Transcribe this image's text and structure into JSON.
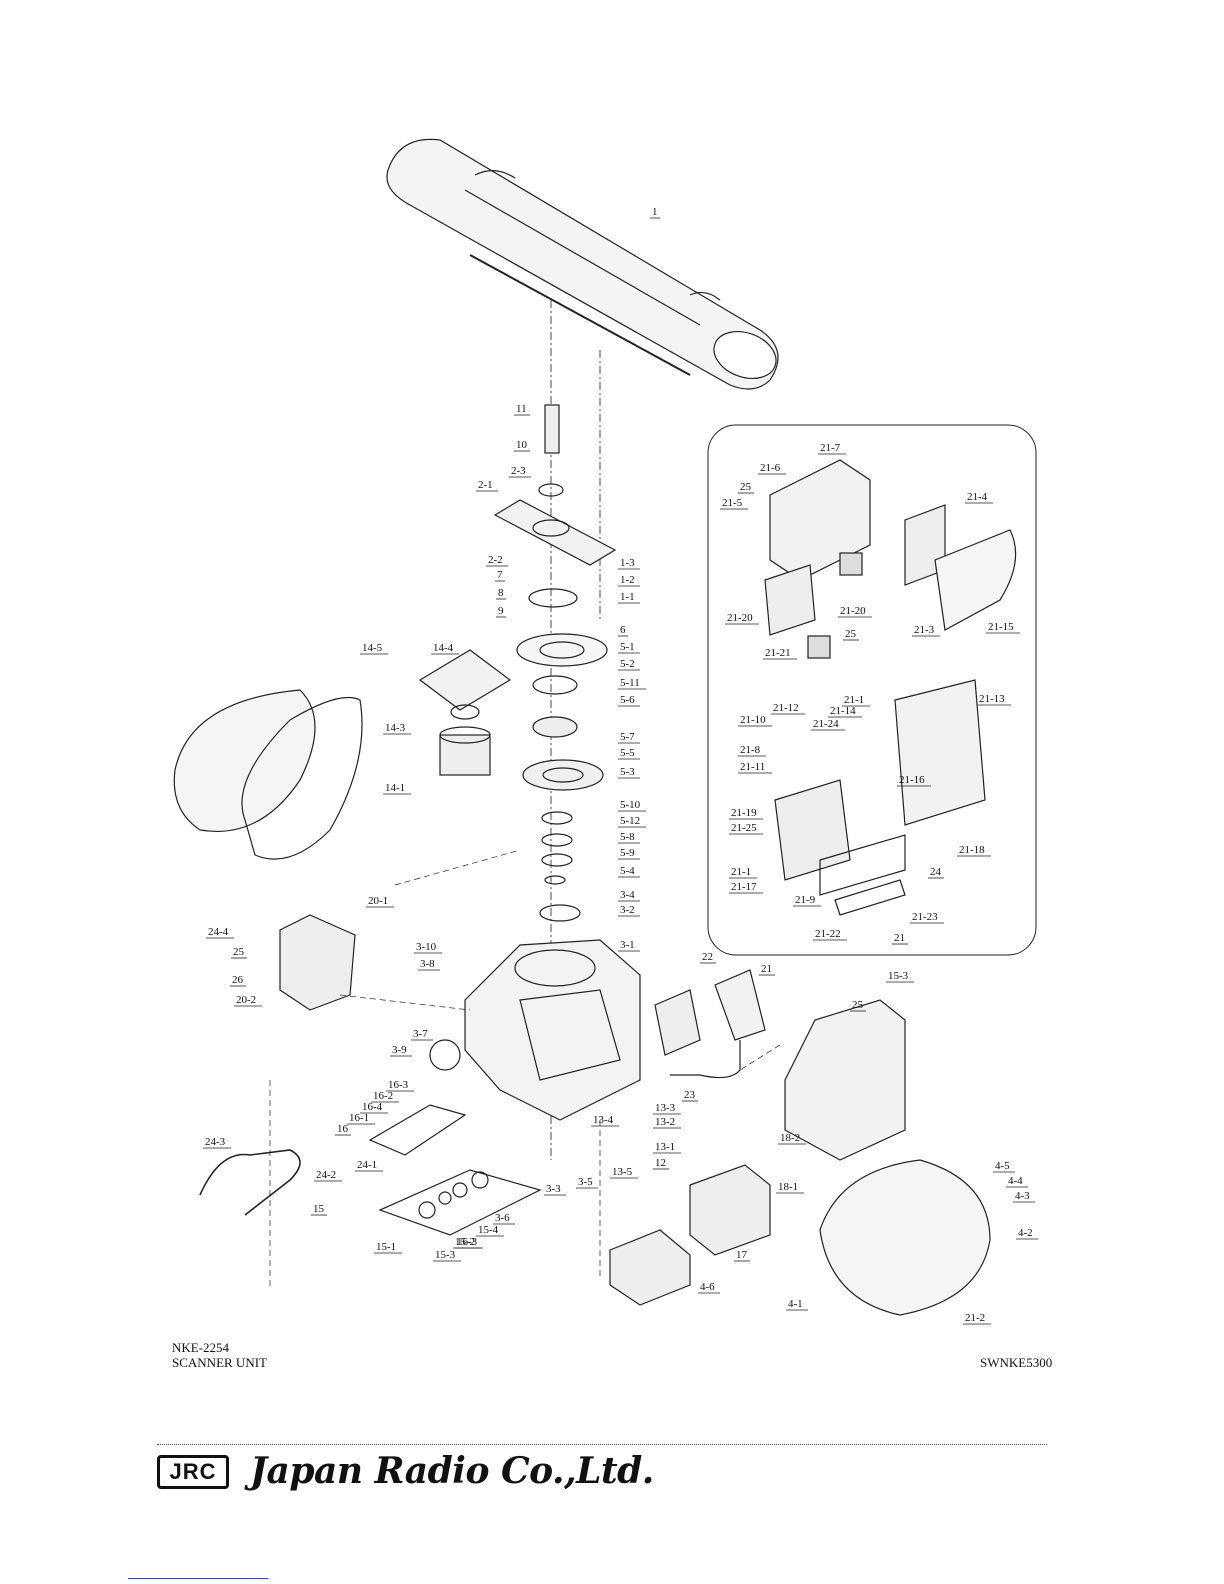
{
  "title_block": {
    "model": "NKE-2254",
    "name": "SCANNER UNIT"
  },
  "drawing_number": "SWNKE5300",
  "footer": {
    "logo_text": "JRC",
    "company": "Japan Radio Co.,Ltd."
  },
  "callouts": [
    "1",
    "11",
    "10",
    "2-3",
    "2-1",
    "2-2",
    "1-3",
    "1-2",
    "1-1",
    "7",
    "8",
    "9",
    "6",
    "5-1",
    "5-2",
    "5-11",
    "5-6",
    "5-7",
    "5-5",
    "5-3",
    "5-10",
    "5-12",
    "5-8",
    "5-9",
    "5-4",
    "3-4",
    "3-2",
    "3-1",
    "3-10",
    "3-8",
    "3-7",
    "3-9",
    "14-5",
    "14-4",
    "14-3",
    "14-1",
    "20-1",
    "24-4",
    "25",
    "26",
    "20-2",
    "16-3",
    "16-2",
    "16-4",
    "16-1",
    "16",
    "24-1",
    "24-3",
    "24-2",
    "15",
    "15-1",
    "15-3",
    "15-2",
    "15-4",
    "3-6",
    "3-3",
    "3-5",
    "13-5",
    "13-4",
    "13-3",
    "13-2",
    "13-1",
    "12",
    "23",
    "22",
    "21",
    "25",
    "18-2",
    "18-1",
    "17",
    "4-6",
    "4-5",
    "4-4",
    "4-3",
    "4-2",
    "4-1",
    "21-2",
    "21-7",
    "21-6",
    "25",
    "21-5",
    "21-4",
    "21-20",
    "21-20",
    "21-21",
    "25",
    "21-3",
    "21-15",
    "21-12",
    "21-1",
    "21-13",
    "21-10",
    "21-14",
    "21-24",
    "21-8",
    "21-16",
    "21-11",
    "21-19",
    "21-25",
    "21-18",
    "21-1",
    "21-17",
    "24",
    "21-9",
    "21-23",
    "21-22",
    "21",
    "15-3",
    "16-3"
  ]
}
